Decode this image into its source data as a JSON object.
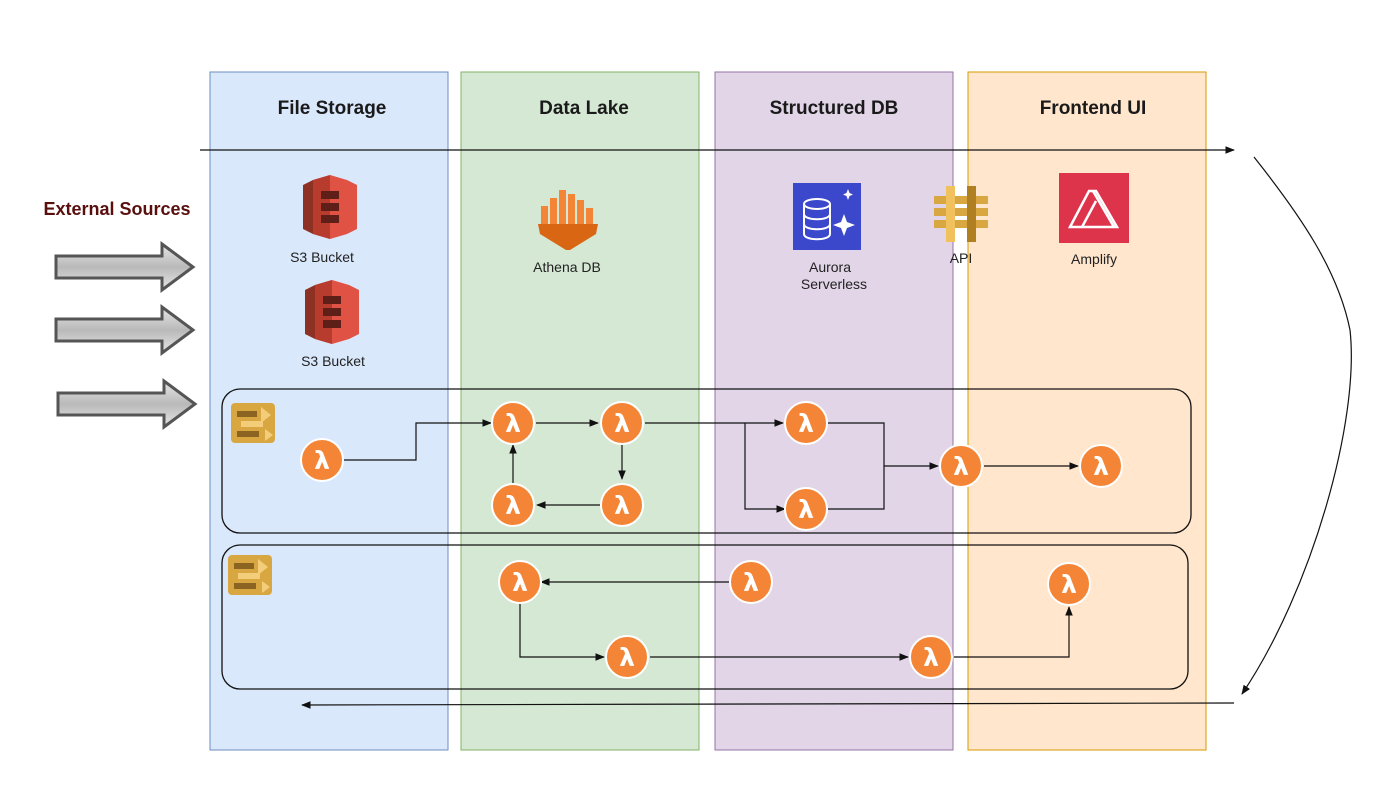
{
  "colors": {
    "file_storage": "#dae8fc",
    "file_storage_border": "#6c8ebf",
    "data_lake": "#d5e8d4",
    "data_lake_border": "#82b366",
    "structured_db": "#e1d5e7",
    "structured_db_border": "#9673a6",
    "frontend_ui": "#ffe6cc",
    "frontend_ui_border": "#d79b00",
    "lambda": "#f58536",
    "s3": "#e05243",
    "athena": "#f58536",
    "aurora": "#3b48cc",
    "api_gateway": "#d9a741",
    "amplify": "#dd344c"
  },
  "lanes": [
    {
      "title": "File Storage"
    },
    {
      "title": "Data Lake"
    },
    {
      "title": "Structured DB"
    },
    {
      "title": "Frontend UI"
    }
  ],
  "external_sources": {
    "label": "External Sources"
  },
  "services": {
    "s3_bucket_1": {
      "label": "S3 Bucket",
      "icon": "s3-bucket-icon"
    },
    "s3_bucket_2": {
      "label": "S3 Bucket",
      "icon": "s3-bucket-icon"
    },
    "athena": {
      "label": "Athena DB",
      "icon": "athena-icon"
    },
    "aurora": {
      "label_line1": "Aurora",
      "label_line2": "Serverless",
      "icon": "aurora-icon"
    },
    "api": {
      "label": "API",
      "icon": "api-gateway-icon"
    },
    "amplify": {
      "label": "Amplify",
      "icon": "amplify-icon"
    }
  },
  "lambda_glyph": "λ",
  "workflows": [
    {
      "name": "",
      "icon": "step-functions-icon"
    },
    {
      "name": "",
      "icon": "step-functions-icon"
    }
  ]
}
